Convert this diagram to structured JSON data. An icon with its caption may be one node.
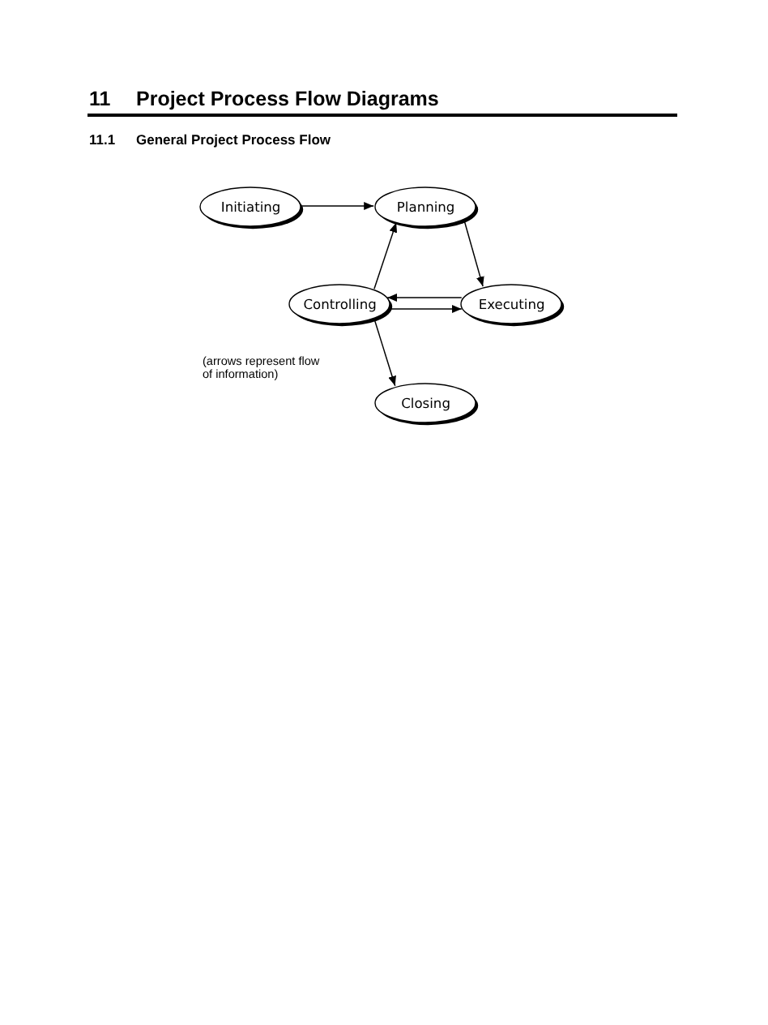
{
  "diagram": {
    "title": "Project Process Flow Diagrams",
    "nodes": [
      {
        "text": [
          "Initiating"
        ]
      },
      {
        "text": [
          "Planning"
        ]
      },
      {
        "text": [
          "Controlling"
        ]
      },
      {
        "text": [
          "Executing"
        ]
      },
      {
        "text": [
          "Closing"
        ]
      }
    ],
    "edges": [
      {
        "from": 0,
        "to": 1,
        "arrow": "to"
      },
      {
        "from": 1,
        "to": 3,
        "arrow": "to"
      },
      {
        "from": 3,
        "to": 2,
        "arrow": "to"
      },
      {
        "from": 2,
        "to": 3,
        "arrow": "to"
      },
      {
        "from": 2,
        "to": 1,
        "arrow": "to"
      },
      {
        "from": 2,
        "to": 4,
        "arrow": "to"
      }
    ],
    "labels": [
      "11",
      "11.1",
      "General Project Process Flow",
      "(arrows represent flow of information)"
    ]
  }
}
